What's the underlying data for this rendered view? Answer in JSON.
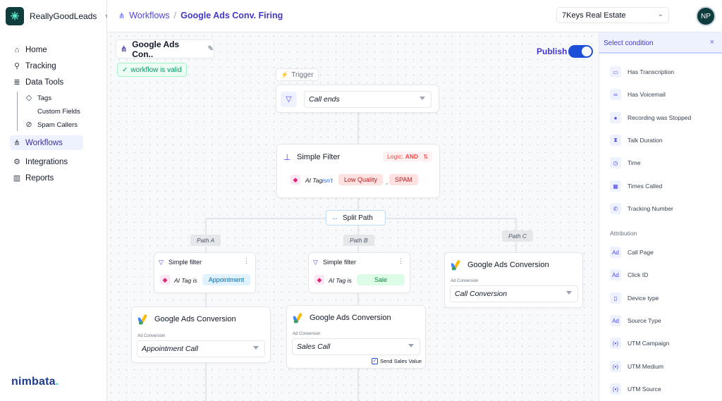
{
  "app": {
    "brand_name": "ReallyGoodLeads",
    "footer_logo": "nimbata",
    "footer_logo_dot": "."
  },
  "sidebar": {
    "items": [
      {
        "label": "Home",
        "icon": "home-icon"
      },
      {
        "label": "Tracking",
        "icon": "tracking-icon"
      },
      {
        "label": "Data Tools",
        "icon": "database-icon"
      },
      {
        "label": "Workflows",
        "icon": "workflow-icon"
      },
      {
        "label": "Integrations",
        "icon": "gear-icon"
      },
      {
        "label": "Reports",
        "icon": "chart-icon"
      }
    ],
    "data_tools_sub": [
      {
        "label": "Tags",
        "icon": "tag-icon"
      },
      {
        "label": "Custom Fields",
        "icon": "fields-icon"
      },
      {
        "label": "Spam Callers",
        "icon": "block-icon"
      }
    ]
  },
  "header": {
    "breadcrumb_root": "Workflows",
    "breadcrumb_separator": "/",
    "breadcrumb_current": "Google Ads Conv. Firing",
    "account_name": "7Keys Real Estate",
    "avatar_initials": "NP"
  },
  "canvas": {
    "workflow_name": "Google Ads Con..",
    "valid_status": "workflow is valid",
    "publish_label": "Publish",
    "publish_on": true,
    "trigger_chip": "Trigger",
    "trigger_value": "Call ends",
    "simple_filter_title": "Simple Filter",
    "logic_label": "Logic:",
    "logic_value": "AND",
    "ai_tag_label": "AI Tag",
    "ai_tag_operator": "isn't",
    "filter_tags": [
      "Low Quality",
      "SPAM"
    ],
    "filter_tag_separator": ",",
    "split_path_label": "Split Path",
    "paths": [
      {
        "chip": "Path A",
        "filter_title": "Simple filter",
        "filter_text": "AI Tag is",
        "filter_value": "Appointment",
        "conversion_title": "Google Ads Conversion",
        "conversion_label": "Ad Conversion",
        "conversion_value": "Appointment Call"
      },
      {
        "chip": "Path B",
        "filter_title": "Simple filter",
        "filter_text": "AI Tag is",
        "filter_value": "Sale",
        "conversion_title": "Google Ads Conversion",
        "conversion_label": "Ad Conversion",
        "conversion_value": "Sales Call",
        "send_sales_value_label": "Send Sales Value",
        "send_sales_value_checked": true
      },
      {
        "chip": "Path C",
        "conversion_title": "Google Ads Conversion",
        "conversion_label": "Ad Conversion",
        "conversion_value": "Call Conversion"
      }
    ]
  },
  "panel": {
    "title": "Select condition",
    "close_glyph": "×",
    "conditions": [
      {
        "label": "Has Transcription",
        "icon": "book-icon"
      },
      {
        "label": "Has Voicemail",
        "icon": "voicemail-icon"
      },
      {
        "label": "Recording was Stopped",
        "icon": "mic-icon"
      },
      {
        "label": "Talk Duration",
        "icon": "hourglass-icon"
      },
      {
        "label": "Time",
        "icon": "alarm-icon"
      },
      {
        "label": "Times Called",
        "icon": "calendar-icon"
      },
      {
        "label": "Tracking Number",
        "icon": "phone-icon"
      }
    ],
    "attribution_heading": "Attribution",
    "attribution": [
      {
        "label": "Call Page",
        "icon": "ad-icon"
      },
      {
        "label": "Click ID",
        "icon": "ad-icon"
      },
      {
        "label": "Device type",
        "icon": "device-icon"
      },
      {
        "label": "Source Type",
        "icon": "ad-icon"
      },
      {
        "label": "UTM Campaign",
        "icon": "broadcast-icon"
      },
      {
        "label": "UTM Medium",
        "icon": "broadcast-icon"
      },
      {
        "label": "UTM Source",
        "icon": "broadcast-icon"
      }
    ]
  },
  "colors": {
    "accent": "#4338ca",
    "toggle": "#1d4ed8",
    "valid_green": "#059669",
    "tag_red": "#fee2e2",
    "tag_blue": "#e0f2fe",
    "tag_green": "#dcfce7"
  }
}
